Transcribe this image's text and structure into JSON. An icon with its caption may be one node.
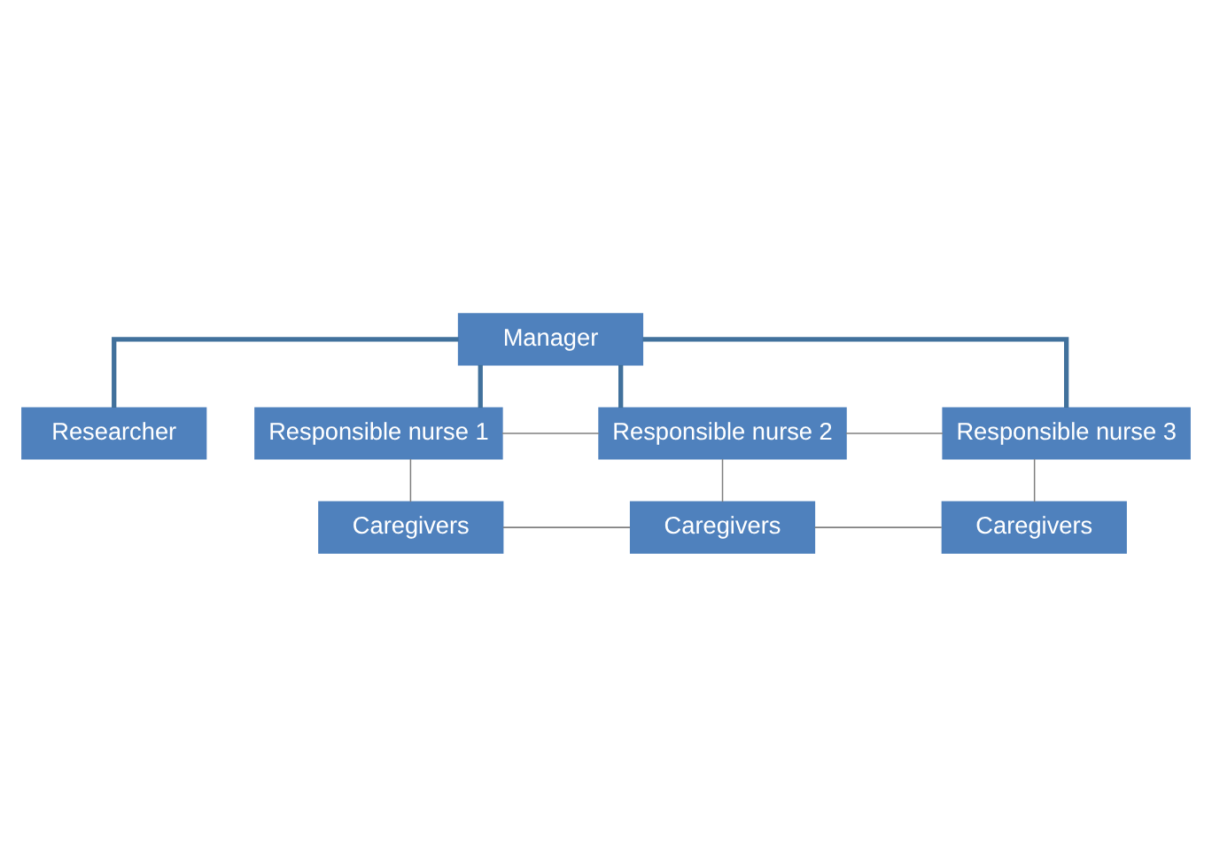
{
  "diagram": {
    "nodes": [
      {
        "text": [
          "Manager"
        ]
      },
      {
        "text": [
          "Researcher"
        ]
      },
      {
        "text": [
          "Responsible nurse 1"
        ]
      },
      {
        "text": [
          "Responsible nurse 2"
        ]
      },
      {
        "text": [
          "Responsible nurse 3"
        ]
      },
      {
        "text": [
          "Caregivers"
        ]
      },
      {
        "text": [
          "Caregivers"
        ]
      },
      {
        "text": [
          "Caregivers"
        ]
      }
    ],
    "edges": [
      {
        "from": 0,
        "to": 1,
        "arrow": "none",
        "style": "thick",
        "color": "#41719c"
      },
      {
        "from": 0,
        "to": 2,
        "arrow": "none",
        "style": "thick",
        "color": "#41719c"
      },
      {
        "from": 0,
        "to": 3,
        "arrow": "none",
        "style": "thick",
        "color": "#41719c"
      },
      {
        "from": 0,
        "to": 4,
        "arrow": "none",
        "style": "thick",
        "color": "#41719c"
      },
      {
        "from": 2,
        "to": 3,
        "arrow": "none"
      },
      {
        "from": 3,
        "to": 4,
        "arrow": "none"
      },
      {
        "from": 2,
        "to": 5,
        "arrow": "none"
      },
      {
        "from": 3,
        "to": 6,
        "arrow": "none"
      },
      {
        "from": 4,
        "to": 7,
        "arrow": "none"
      },
      {
        "from": 5,
        "to": 6,
        "arrow": "none"
      },
      {
        "from": 6,
        "to": 7,
        "arrow": "none"
      }
    ]
  }
}
